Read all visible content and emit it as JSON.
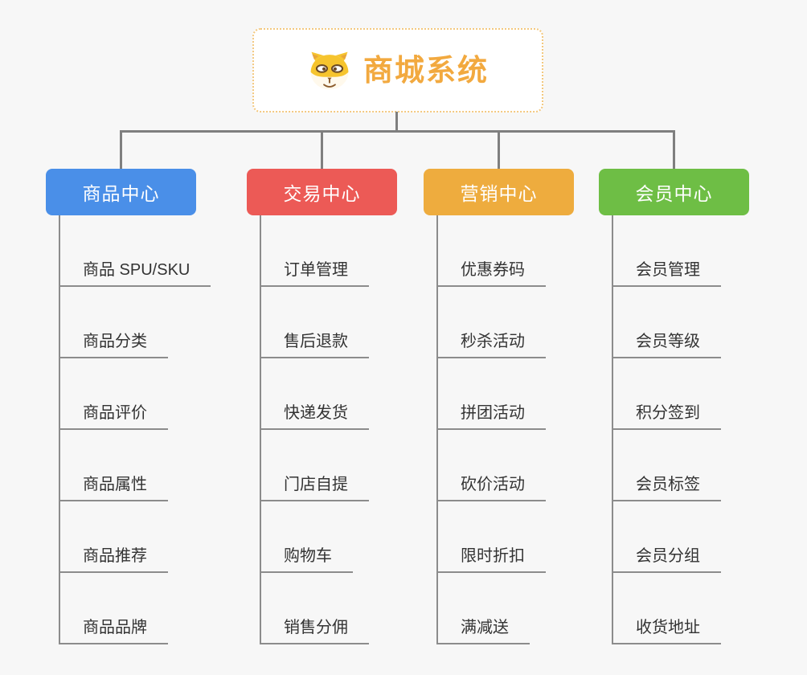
{
  "root": {
    "title": "商城系统",
    "icon": "dog-face-icon"
  },
  "branches": [
    {
      "label": "商品中心",
      "color": "#4a8fe8",
      "children": [
        "商品 SPU/SKU",
        "商品分类",
        "商品评价",
        "商品属性",
        "商品推荐",
        "商品品牌"
      ]
    },
    {
      "label": "交易中心",
      "color": "#ec5a56",
      "children": [
        "订单管理",
        "售后退款",
        "快递发货",
        "门店自提",
        "购物车",
        "销售分佣"
      ]
    },
    {
      "label": "营销中心",
      "color": "#eeac3e",
      "children": [
        "优惠券码",
        "秒杀活动",
        "拼团活动",
        "砍价活动",
        "限时折扣",
        "满减送"
      ]
    },
    {
      "label": "会员中心",
      "color": "#6ebe45",
      "children": [
        "会员管理",
        "会员等级",
        "积分签到",
        "会员标签",
        "会员分组",
        "收货地址"
      ]
    }
  ],
  "colors": {
    "background": "#f7f7f7",
    "connector_line": "#7f7f7f",
    "leaf_underline": "#8c8c8c",
    "root_border": "#f3c87f",
    "root_title": "#f2a93f",
    "leaf_text": "#333333"
  }
}
